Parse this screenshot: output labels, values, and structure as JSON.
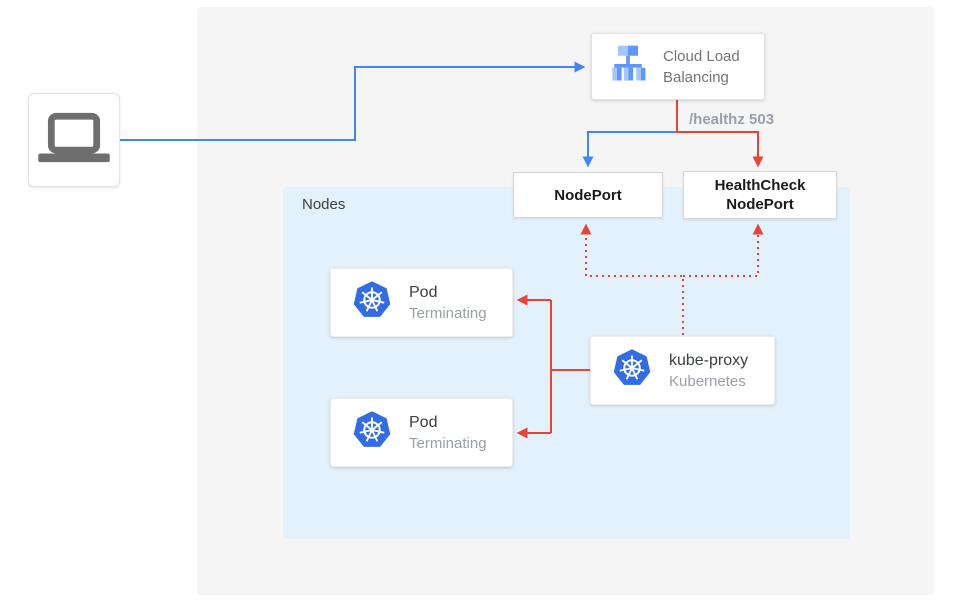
{
  "cloud_load_balancing": {
    "label_line1": "Cloud Load",
    "label_line2": "Balancing"
  },
  "healthz_label": "/healthz 503",
  "node_port": {
    "label": "NodePort"
  },
  "health_check_node_port": {
    "label_line1": "HealthCheck",
    "label_line2": "NodePort"
  },
  "nodes_group": {
    "label": "Nodes"
  },
  "pods": [
    {
      "title": "Pod",
      "status": "Terminating"
    },
    {
      "title": "Pod",
      "status": "Terminating"
    }
  ],
  "kube_proxy": {
    "title": "kube-proxy",
    "subtitle": "Kubernetes"
  },
  "icons": {
    "client": "laptop-icon",
    "load_balancer": "cloud-load-balancing-icon",
    "pod": "kubernetes-icon",
    "kube_proxy": "kubernetes-icon"
  },
  "colors": {
    "blue_arrow": "#4285F4",
    "red_arrow": "#EA4335",
    "kubernetes_blue": "#326CE5",
    "clb_icon_light": "#A6C5FA",
    "clb_icon_medium": "#5E97F6",
    "background_panel": "#F5F5F5",
    "nodes_panel_bg": "#E3F1FC",
    "laptop_gray": "#6E6E6E",
    "healthz_text": "#9AA0A6"
  }
}
